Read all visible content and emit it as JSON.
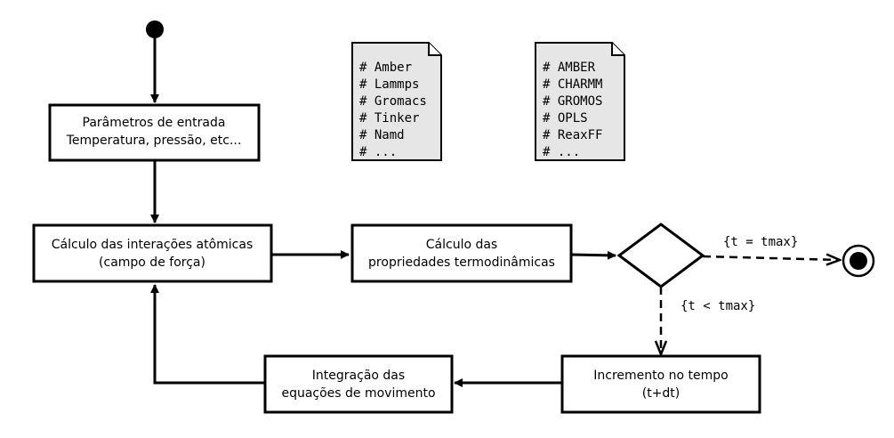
{
  "boxes": {
    "params": [
      "Parâmetros de entrada",
      "Temperatura, pressão, etc..."
    ],
    "interactions": [
      "Cálculo das interações atômicas",
      "(campo de força)"
    ],
    "thermo": [
      "Cálculo das",
      "propriedades termodinâmicas"
    ],
    "increment": [
      "Incremento no tempo",
      "(t+dt)"
    ],
    "integration": [
      "Integração das",
      "equações de movimento"
    ]
  },
  "docs": {
    "software": [
      "# Amber",
      "# Lammps",
      "# Gromacs",
      "# Tinker",
      "# Namd",
      "# ..."
    ],
    "forcefields": [
      "# AMBER",
      "# CHARMM",
      "# GROMOS",
      "# OPLS",
      "# ReaxFF",
      "# ..."
    ]
  },
  "guards": {
    "end": "{t = tmax}",
    "loop": "{t < tmax}"
  },
  "colors": {
    "stroke": "#000000",
    "doc_fill": "#e6e6e6",
    "doc_fold": "#ffffff",
    "background": "#ffffff"
  }
}
